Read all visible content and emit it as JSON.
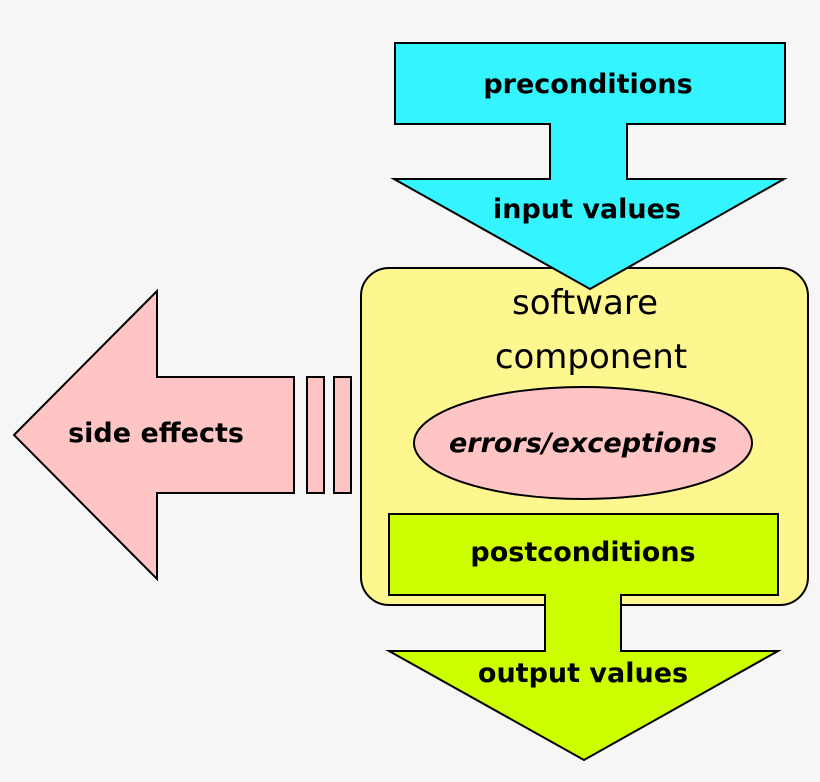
{
  "labels": {
    "preconditions": "preconditions",
    "input_values": "input values",
    "component_line1": "software",
    "component_line2": "component",
    "errors": "errors/exceptions",
    "postconditions": "postconditions",
    "output_values": "output values",
    "side_effects": "side effects"
  },
  "colors": {
    "background": "#f6f6f6",
    "input_arrow": "#33f4ff",
    "component_box": "#fef68e",
    "error_ellipse": "#ffc5c5",
    "side_effect_arrow": "#ffc5c5",
    "output_arrow": "#ccff00"
  }
}
